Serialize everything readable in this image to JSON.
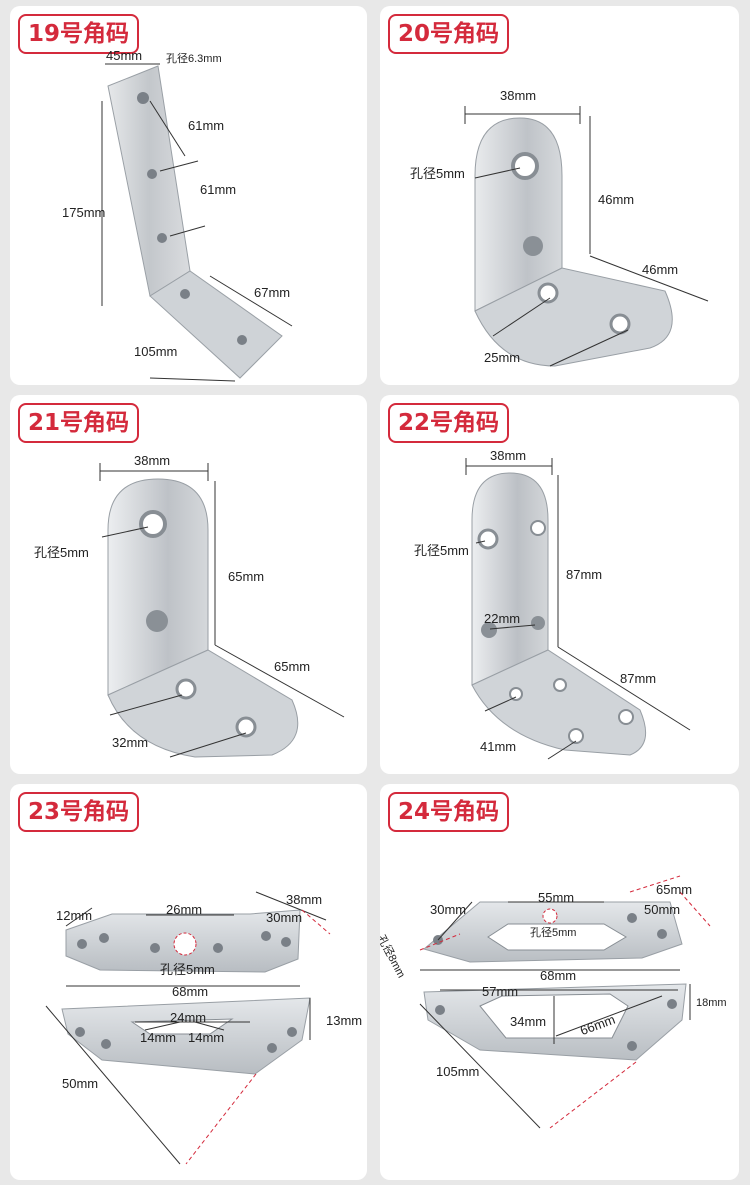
{
  "panels": [
    {
      "title": "19号角码",
      "labels": [
        "45mm",
        "孔径6.3mm",
        "61mm",
        "61mm",
        "175mm",
        "67mm",
        "105mm"
      ]
    },
    {
      "title": "20号角码",
      "labels": [
        "38mm",
        "孔径5mm",
        "46mm",
        "46mm",
        "25mm"
      ]
    },
    {
      "title": "21号角码",
      "labels": [
        "38mm",
        "孔径5mm",
        "65mm",
        "65mm",
        "32mm"
      ]
    },
    {
      "title": "22号角码",
      "labels": [
        "38mm",
        "孔径5mm",
        "87mm",
        "22mm",
        "87mm",
        "41mm"
      ]
    },
    {
      "title": "23号角码",
      "labels": [
        "12mm",
        "26mm",
        "38mm",
        "30mm",
        "孔径5mm",
        "68mm",
        "24mm",
        "13mm",
        "14mm",
        "14mm",
        "50mm"
      ]
    },
    {
      "title": "24号角码",
      "labels": [
        "30mm",
        "55mm",
        "65mm",
        "孔径5mm",
        "50mm",
        "孔径8mm",
        "68mm",
        "57mm",
        "18mm",
        "34mm",
        "66mm",
        "105mm"
      ]
    }
  ],
  "colors": {
    "accent": "#d42a3c",
    "metal": "#c9cdd1",
    "background": "#e8e8e8"
  }
}
